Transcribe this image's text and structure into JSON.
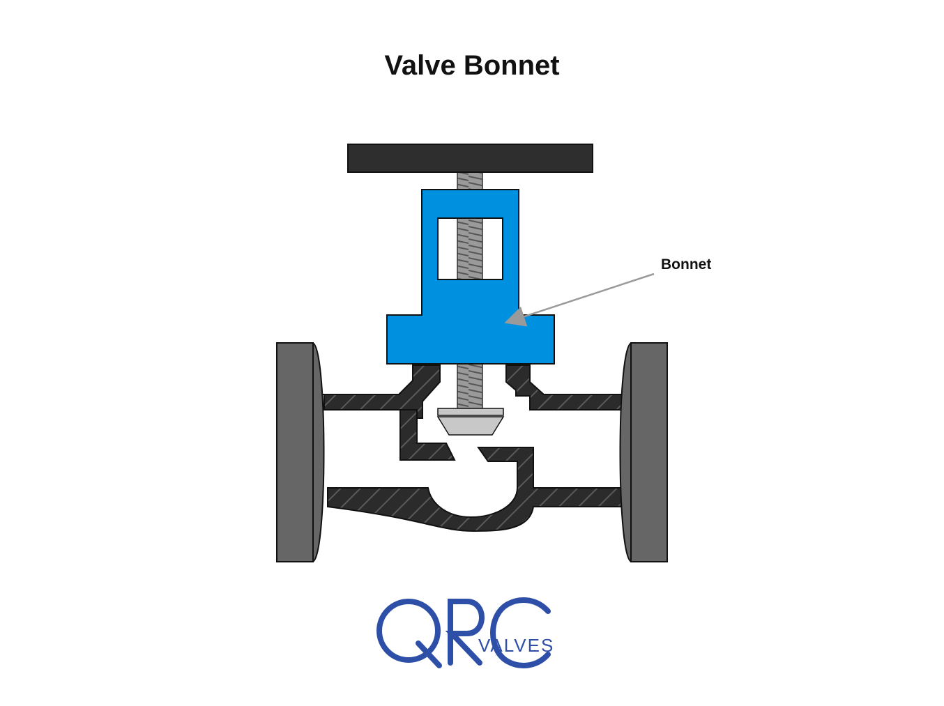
{
  "title": "Valve Bonnet",
  "callout": {
    "label": "Bonnet"
  },
  "logo": {
    "letters": "QRC",
    "subtext": "VALVES",
    "color": "#2E4FA8"
  },
  "colors": {
    "bonnet": "#0090E0",
    "handwheel": "#2E2E2E",
    "body": "#2B2B2B",
    "flange": "#666666",
    "stem": "#9A9A9A",
    "disc": "#C8C8C8",
    "leader": "#9A9A9A"
  }
}
